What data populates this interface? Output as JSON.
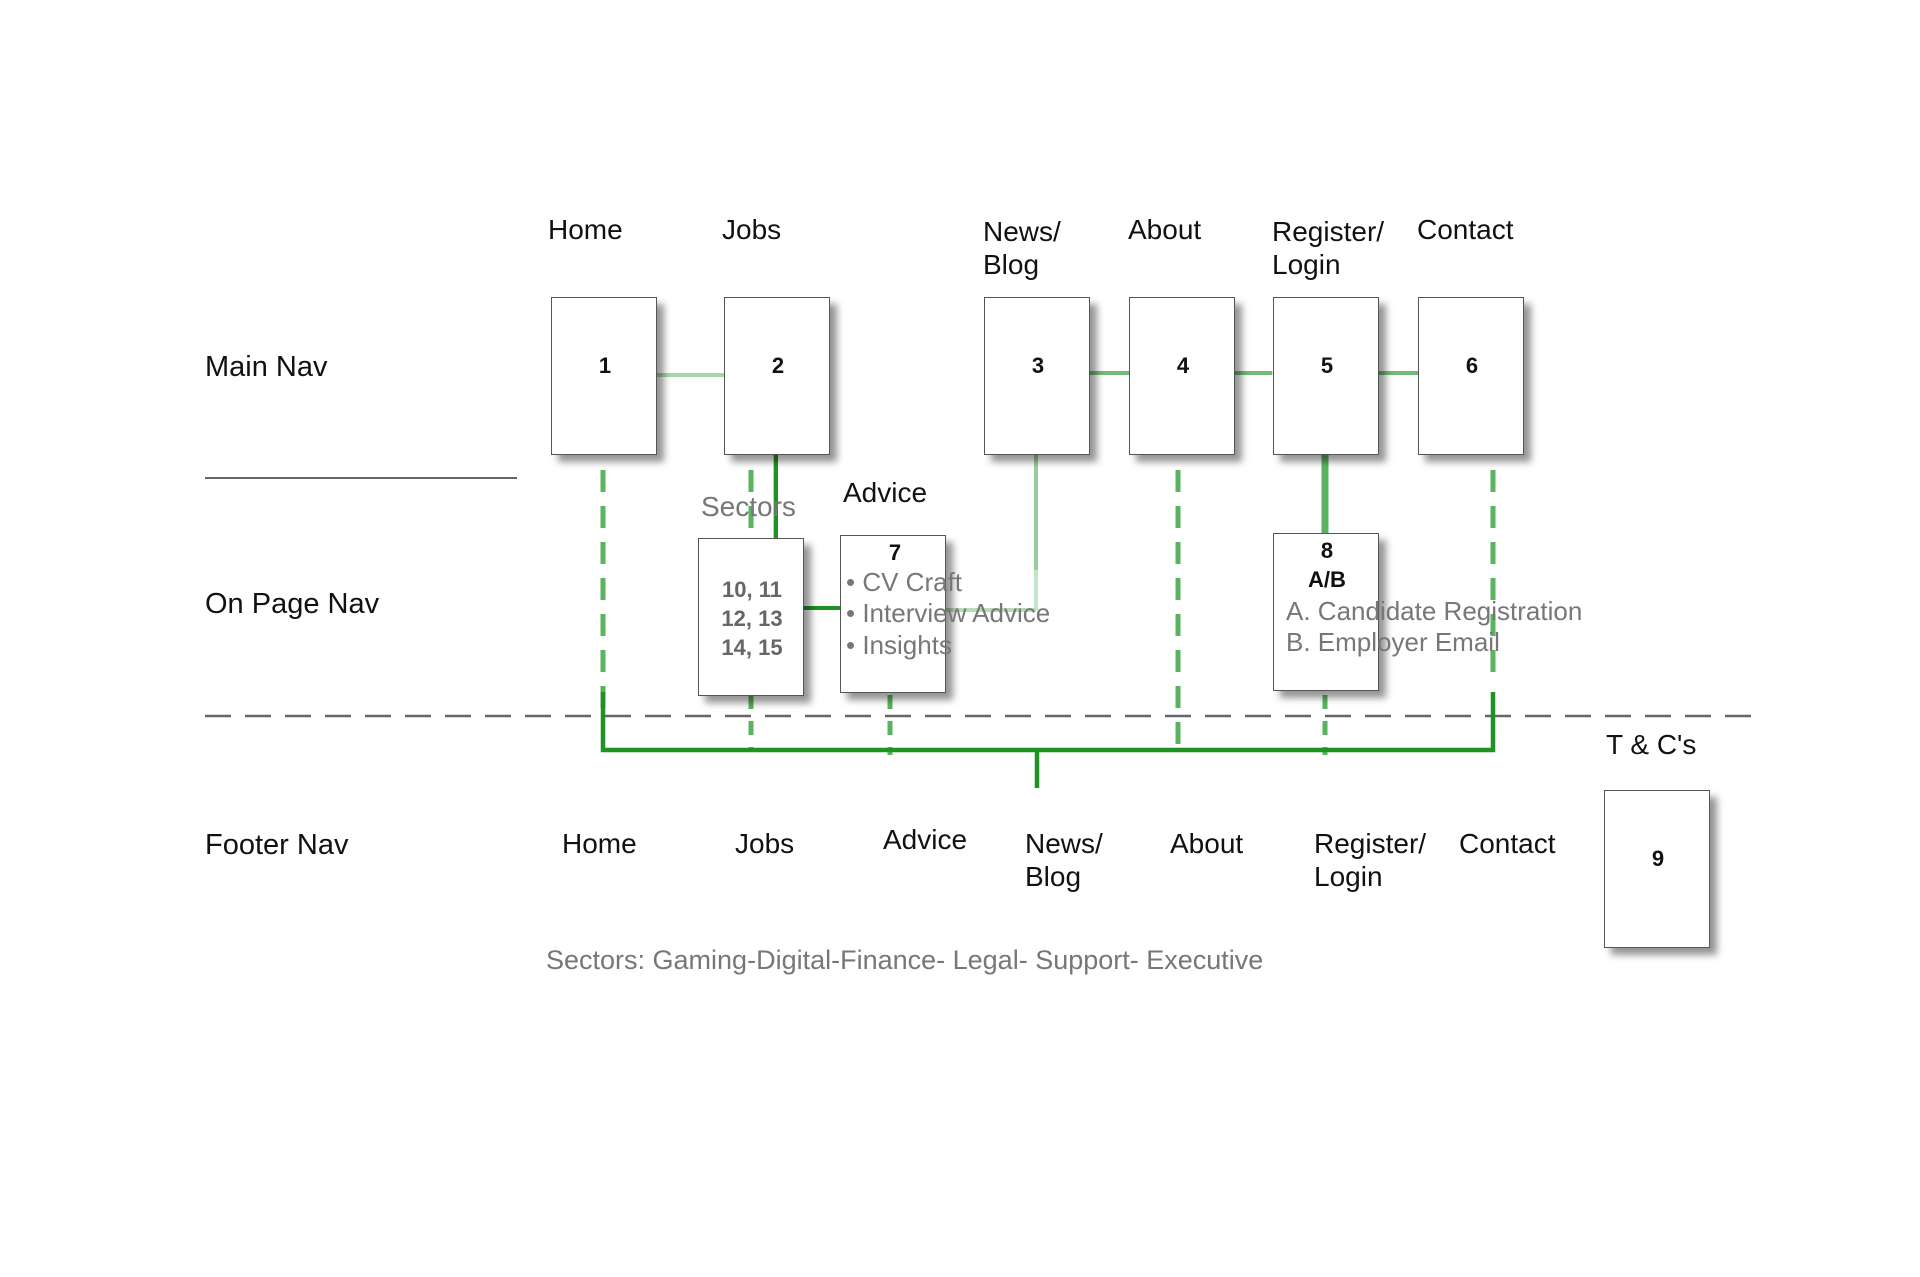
{
  "rows": {
    "main_nav": "Main Nav",
    "on_page_nav": "On Page Nav",
    "footer_nav": "Footer Nav"
  },
  "main_nav": [
    {
      "label": [
        "Home"
      ],
      "num": "1"
    },
    {
      "label": [
        "Jobs"
      ],
      "num": "2"
    },
    {
      "label": [
        "News/",
        "Blog"
      ],
      "num": "3"
    },
    {
      "label": [
        "About"
      ],
      "num": "4"
    },
    {
      "label": [
        "Register/",
        "Login"
      ],
      "num": "5"
    },
    {
      "label": [
        "Contact"
      ],
      "num": "6"
    }
  ],
  "on_page": {
    "sectors": {
      "label": "Sectors",
      "nums": [
        "10, 11",
        "12, 13",
        "14, 15"
      ]
    },
    "advice": {
      "label": "Advice",
      "num": "7",
      "items": [
        "• CV Craft",
        "• Interview Advice",
        "• Insights"
      ]
    },
    "register": {
      "num": "8",
      "sub": "A/B",
      "items": [
        "A. Candidate Registration",
        "B. Employer Email"
      ]
    }
  },
  "footer_nav": [
    {
      "label": [
        "Home"
      ]
    },
    {
      "label": [
        "Jobs"
      ]
    },
    {
      "label": [
        "Advice"
      ]
    },
    {
      "label": [
        "News/",
        "Blog"
      ]
    },
    {
      "label": [
        "About"
      ]
    },
    {
      "label": [
        "Register/",
        "Login"
      ]
    },
    {
      "label": [
        "Contact"
      ]
    }
  ],
  "terms": {
    "label": "T & C's",
    "num": "9"
  },
  "sectors_footer": "Sectors: Gaming-Digital-Finance- Legal- Support- Executive",
  "colors": {
    "dark_green": "#1e9324",
    "mid_green": "#5ab35f",
    "light_green": "#b7ddb7",
    "dash_grey": "#666666"
  }
}
